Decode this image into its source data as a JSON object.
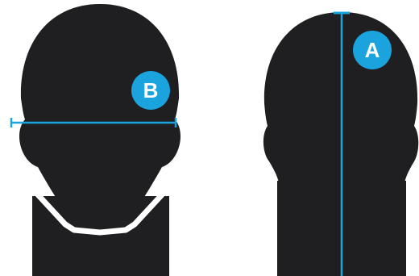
{
  "colors": {
    "background": "#ffffff",
    "silhouette": "#1f1f21",
    "measure_line": "#1aa3dd",
    "badge_fill": "#1aa3dd",
    "badge_text": "#ffffff",
    "collar": "#ffffff"
  },
  "measurements": [
    {
      "id": "B",
      "label": "B",
      "view": "front"
    },
    {
      "id": "A",
      "label": "A",
      "view": "back"
    }
  ],
  "icons": {
    "front_view": "head-front-silhouette-icon",
    "back_view": "head-back-silhouette-icon"
  }
}
